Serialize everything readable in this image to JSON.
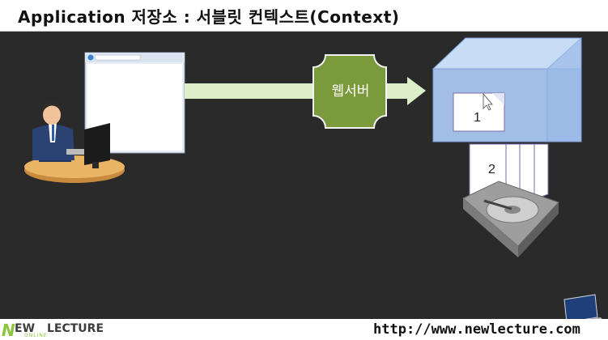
{
  "slide": {
    "title": "Application 저장소 : 서블릿 컨텍스트(Context)",
    "web_server_label": "웹서버",
    "page_1_label": "1",
    "page_2_label": "2"
  },
  "footer": {
    "logo_n": "N",
    "logo_ew": "EW",
    "logo_lecture": "LECTURE",
    "logo_online": "ONLINE",
    "url": "http://www.newlecture.com"
  },
  "colors": {
    "stage_background": "#2b2a2a",
    "arrow": "#dcefc8",
    "server_box": "#7a9a3b",
    "cube": "#8fb3e8"
  }
}
